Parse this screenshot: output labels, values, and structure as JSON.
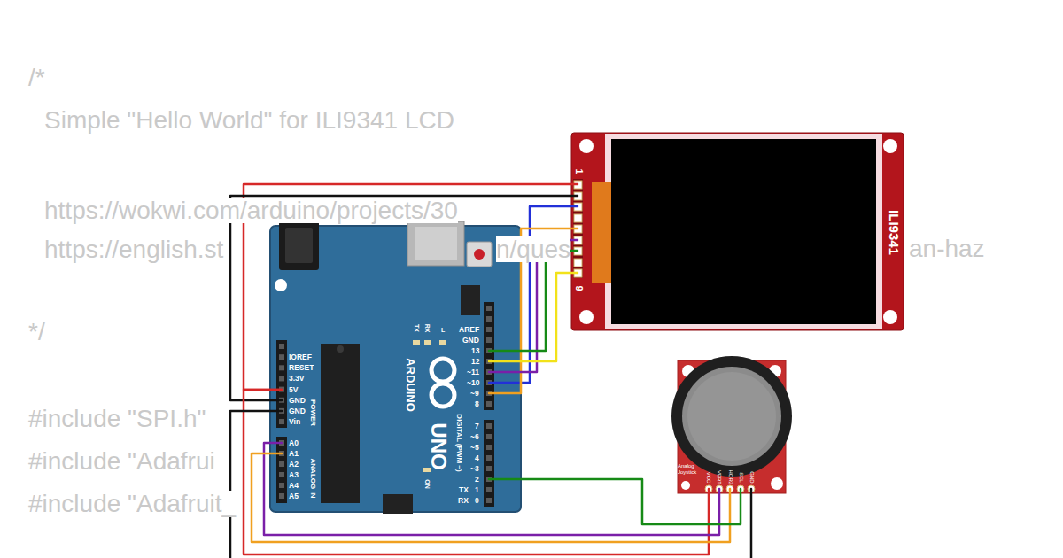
{
  "diagram": {
    "nodes": [
      {
        "text": [
          "ILI9341"
        ]
      },
      {
        "text": [
          "ARDUINO",
          "UNO"
        ]
      },
      {
        "text": [
          "Analog Joystick"
        ]
      }
    ],
    "edges": [
      {
        "from": 0,
        "to": 1,
        "arrow": "none"
      },
      {
        "from": 0,
        "to": 1,
        "arrow": "none"
      },
      {
        "from": 0,
        "to": 1,
        "arrow": "none"
      },
      {
        "from": 0,
        "to": 1,
        "arrow": "none"
      },
      {
        "from": 0,
        "to": 1,
        "arrow": "none"
      },
      {
        "from": 0,
        "to": 1,
        "arrow": "none"
      },
      {
        "from": 0,
        "to": 1,
        "arrow": "none"
      },
      {
        "from": 2,
        "to": 1,
        "arrow": "none"
      },
      {
        "from": 2,
        "to": 1,
        "arrow": "none"
      },
      {
        "from": 2,
        "to": 1,
        "arrow": "none"
      },
      {
        "from": 2,
        "to": 1,
        "arrow": "none"
      },
      {
        "from": 2,
        "to": 1,
        "arrow": "none"
      }
    ],
    "labels": [
      "/*",
      "Simple \"Hello World\" for ILI9341 LCD",
      "https://wokwi.com/arduino/projects/30",
      "https://english.st",
      "n/ques",
      "an-haz",
      "*/",
      "#include \"SPI.h\"",
      "#include \"Adafrui",
      "#include \"Adafruit_",
      "1",
      "9",
      "IOREF",
      "RESET",
      "3.3V",
      "5V",
      "GND",
      "GND",
      "Vin",
      "POWER",
      "A0",
      "A1",
      "A2",
      "A3",
      "A4",
      "A5",
      "ANALOG IN",
      "AREF",
      "GND",
      "13",
      "12",
      "~11",
      "~10",
      "~9",
      "8",
      "7",
      "~6",
      "~5",
      "4",
      "~3",
      "2",
      "TX",
      "1",
      "RX",
      "0",
      "DIGITAL (PWM ~)",
      "TX",
      "RX",
      "L",
      "ON",
      "VCC",
      "VERT",
      "HORZ",
      "SEL",
      "GND"
    ]
  }
}
